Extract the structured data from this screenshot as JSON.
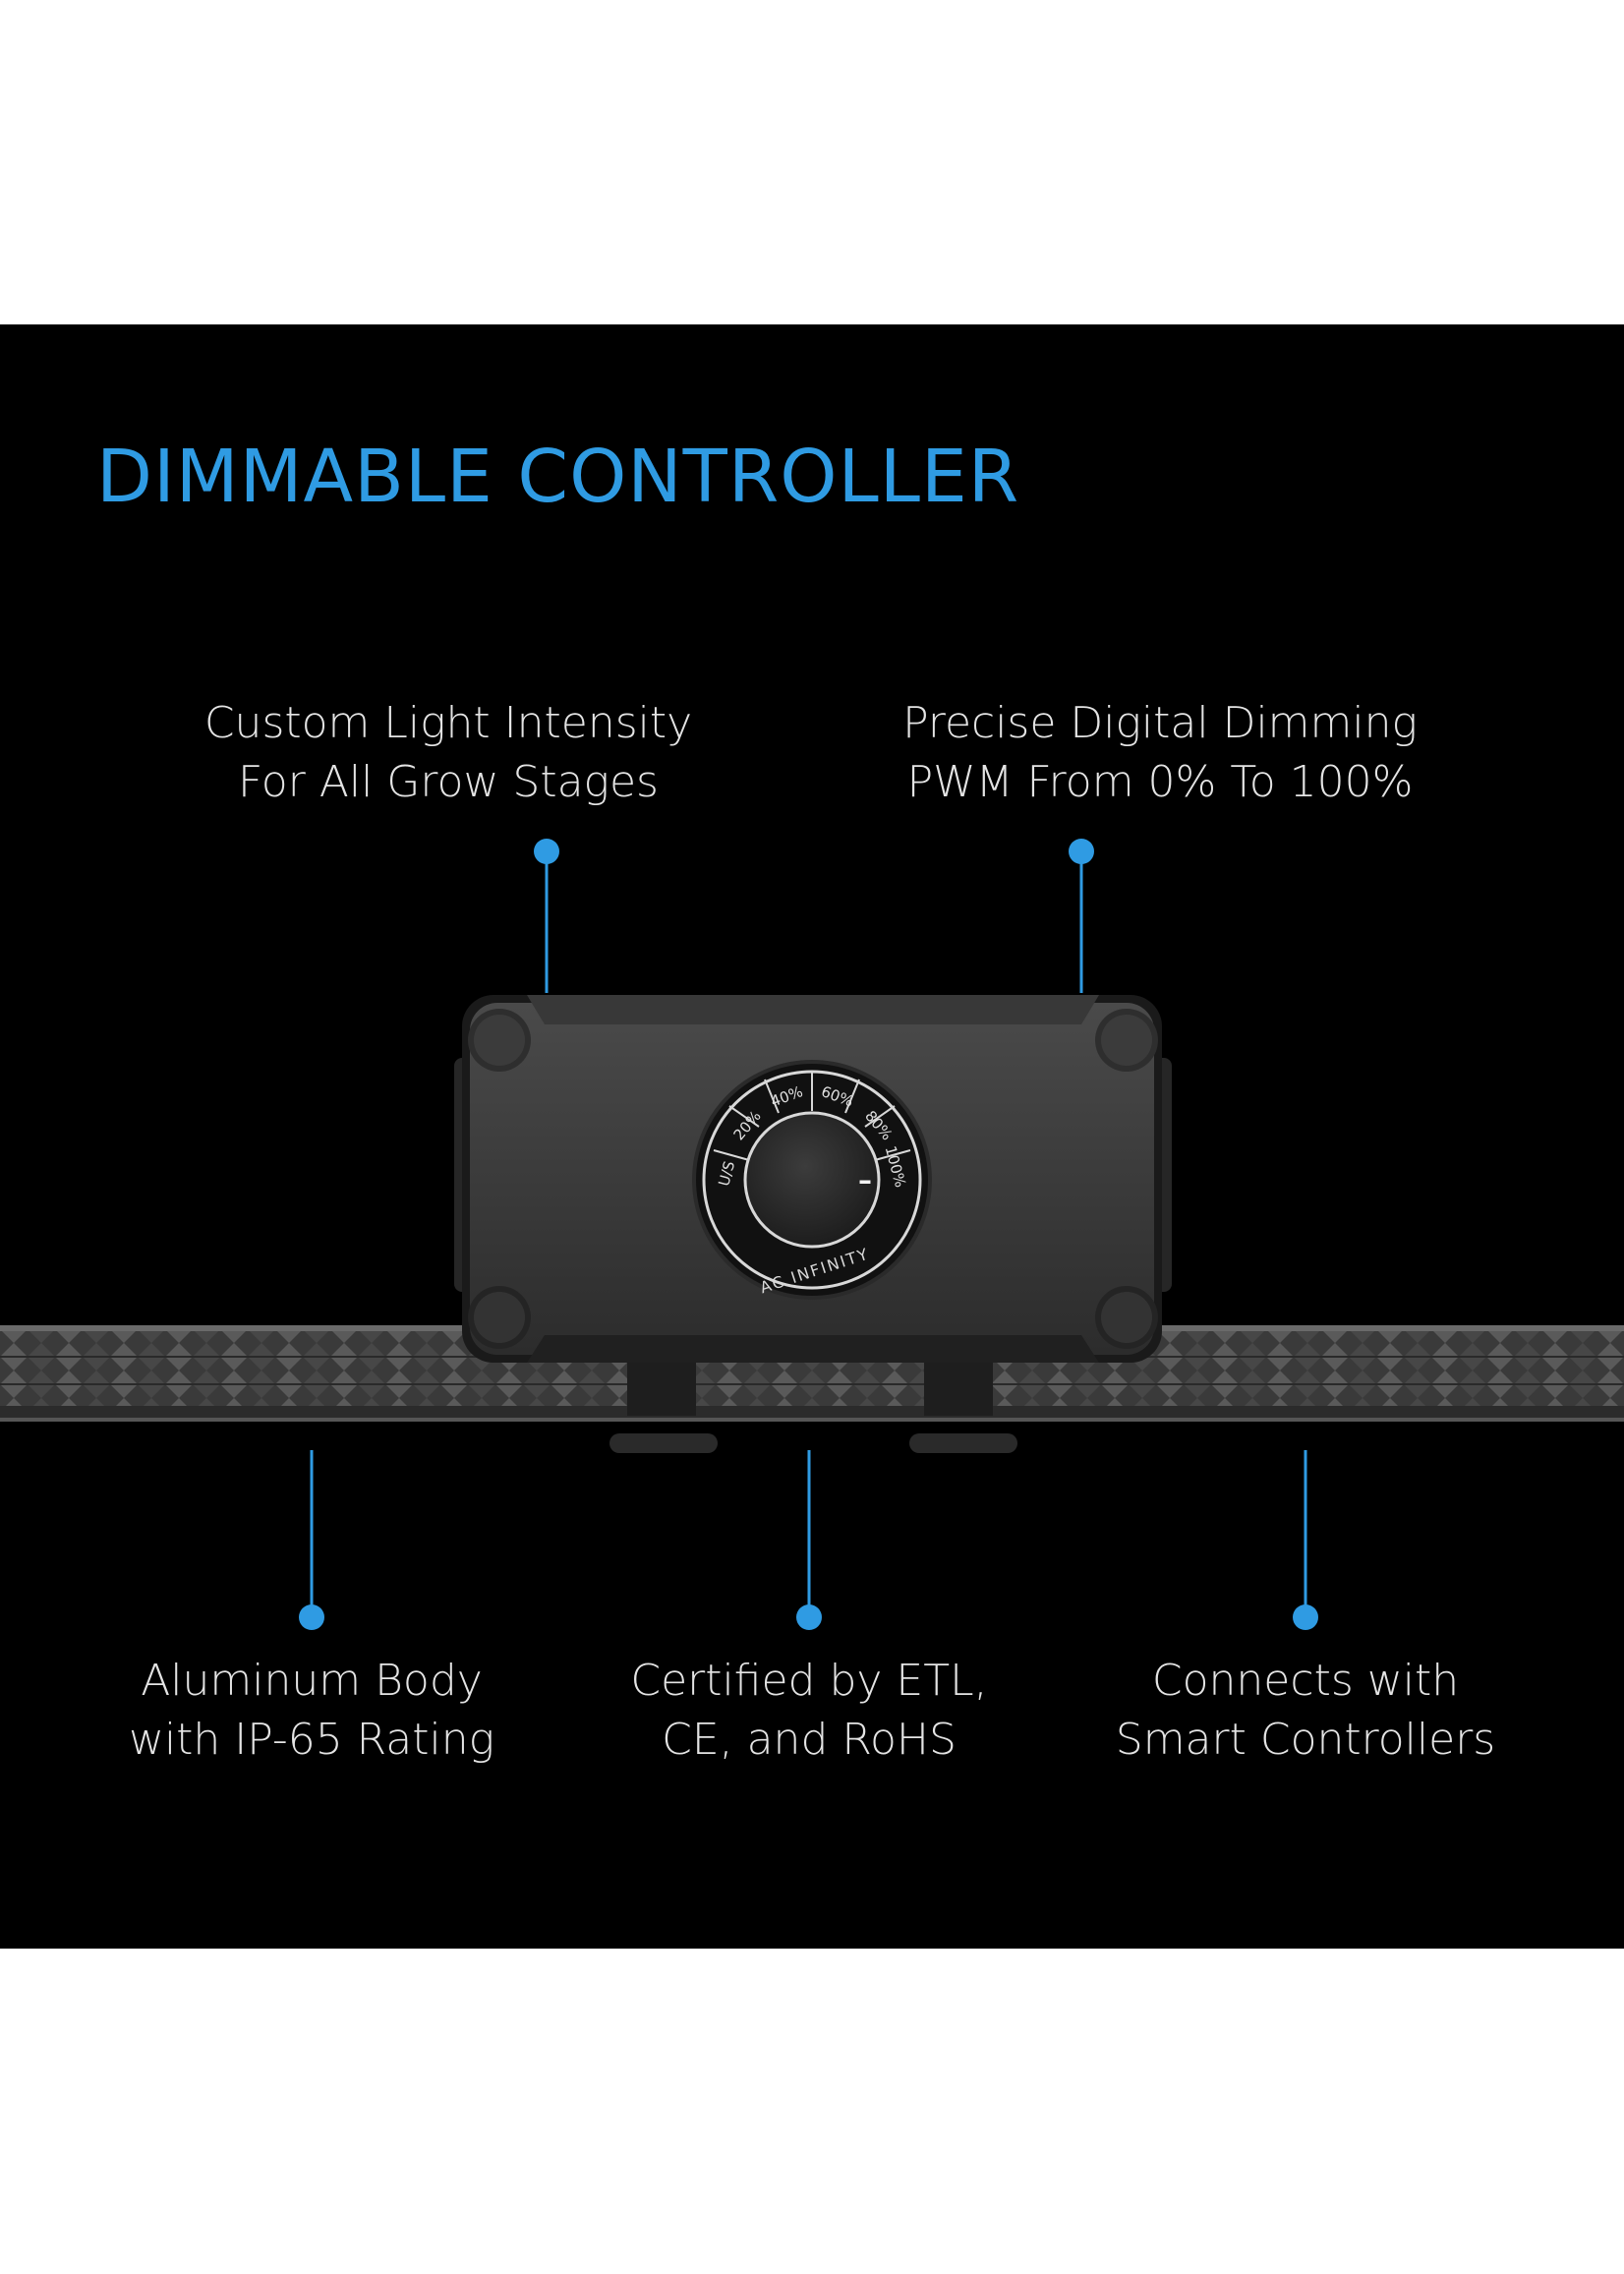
{
  "title": "DIMMABLE CONTROLLER",
  "accent_color": "#2f9be3",
  "features_top": [
    {
      "line1": "Custom Light Intensity",
      "line2": "For All Grow Stages"
    },
    {
      "line1": "Precise Digital Dimming",
      "line2": "PWM From 0% To 100%"
    }
  ],
  "features_bottom": [
    {
      "line1": "Aluminum Body",
      "line2": "with IP-65 Rating"
    },
    {
      "line1": "Certified by ETL,",
      "line2": "CE, and RoHS"
    },
    {
      "line1": "Connects with",
      "line2": "Smart Controllers"
    }
  ],
  "dial": {
    "marks": [
      "U/S",
      "20%",
      "40%",
      "60%",
      "80%",
      "100%"
    ],
    "brand": "AC INFINITY",
    "level_mark": "–"
  },
  "product_icon": "dimmer-controller-box"
}
